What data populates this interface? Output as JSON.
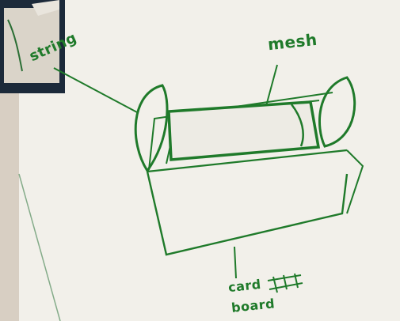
{
  "image": {
    "description_free": true,
    "colors": {
      "paper": "#f1efe8",
      "paper_shadow": "#e1ded5",
      "ink": "#1f7a2a",
      "desk": "#dcd3c6",
      "dark_corner": "#1c2a3a"
    }
  },
  "annotations": {
    "string": "string",
    "mesh": "mesh",
    "card_line1": "card",
    "card_line2": "board"
  }
}
